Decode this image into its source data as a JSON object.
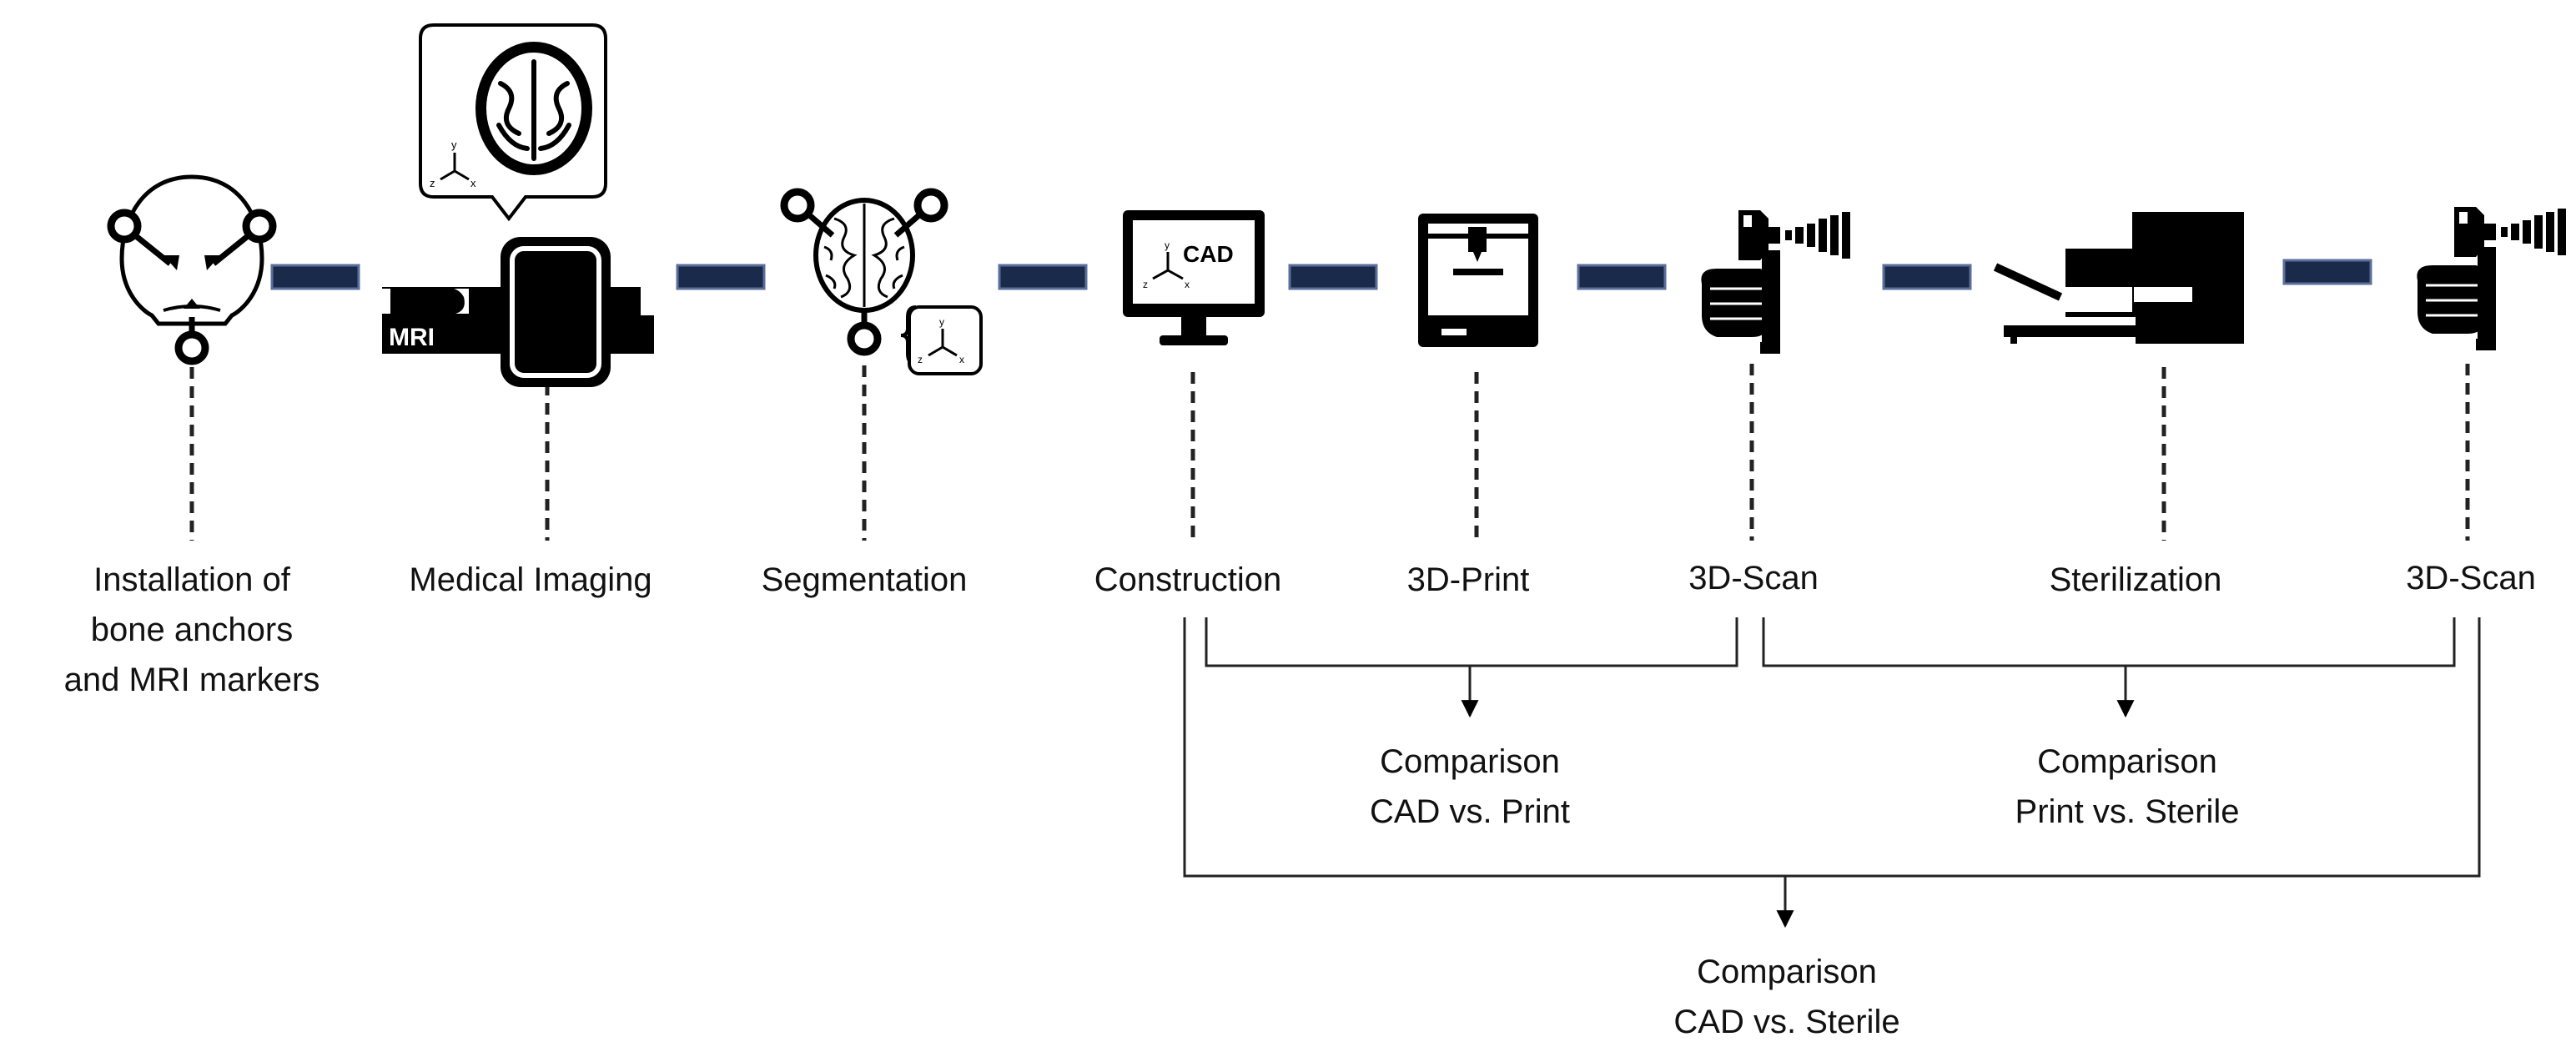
{
  "colors": {
    "icon": "#000000",
    "connector_fill": "#1a2a4a",
    "connector_stroke": "#5b6f9a",
    "line": "#222222"
  },
  "steps": [
    {
      "icon": "skull-anchors-icon",
      "lines": [
        "Installation of",
        "bone anchors",
        "and MRI markers"
      ]
    },
    {
      "icon": "mri-scanner-icon",
      "badge": "MRI",
      "lines": [
        "Medical Imaging"
      ]
    },
    {
      "icon": "brain-segmentation-icon",
      "lines": [
        "Segmentation"
      ]
    },
    {
      "icon": "cad-monitor-icon",
      "badge": "CAD",
      "lines": [
        "Construction"
      ]
    },
    {
      "icon": "3d-printer-icon",
      "lines": [
        "3D-Print"
      ]
    },
    {
      "icon": "3d-scanner-icon",
      "lines": [
        "3D-Scan"
      ]
    },
    {
      "icon": "sterilizer-icon",
      "lines": [
        "Sterilization"
      ]
    },
    {
      "icon": "3d-scanner-icon",
      "lines": [
        "3D-Scan"
      ]
    }
  ],
  "axis_letters": {
    "x": "x",
    "y": "y",
    "z": "z"
  },
  "comparisons": [
    {
      "lines": [
        "Comparison",
        "CAD vs. Print"
      ]
    },
    {
      "lines": [
        "Comparison",
        "Print vs. Sterile"
      ]
    },
    {
      "lines": [
        "Comparison",
        "CAD vs. Sterile"
      ]
    }
  ]
}
